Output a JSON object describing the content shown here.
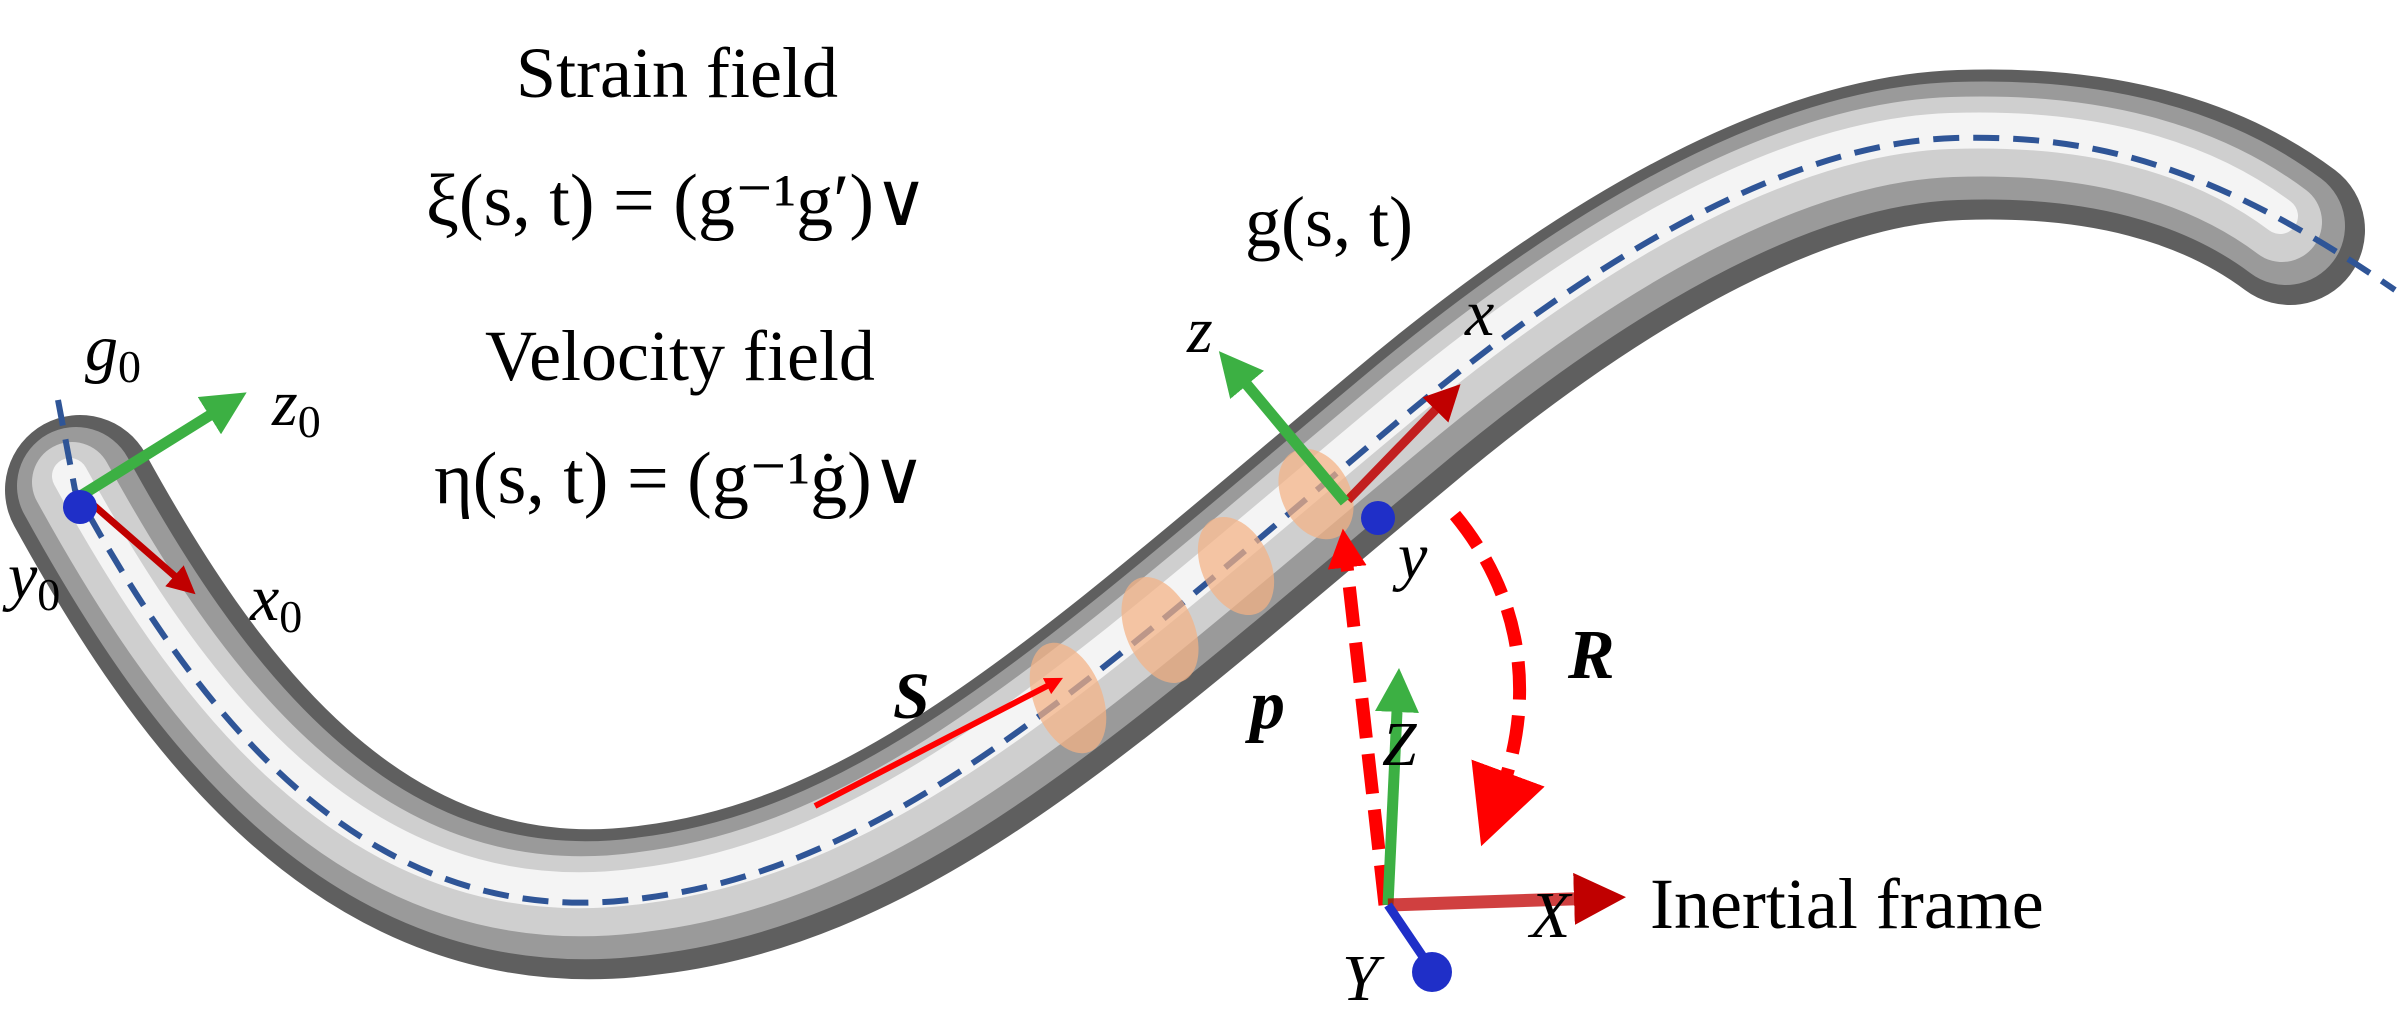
{
  "labels": {
    "strain_title": "Strain field",
    "strain_formula": "ξ(s, t) = (g⁻¹g′)∨",
    "velocity_title": "Velocity field",
    "velocity_formula": "η(s, t) = (g⁻¹ġ)∨",
    "g_st": "g(s, t)",
    "g0": "g",
    "g0_sub": "0",
    "z0": "z",
    "z0_sub": "0",
    "y0": "y",
    "y0_sub": "0",
    "x0": "x",
    "x0_sub": "0",
    "x": "x",
    "y": "y",
    "z": "z",
    "s_arc": "S",
    "p": "p",
    "R": "R",
    "Z": "Z",
    "X": "X",
    "Y": "Y",
    "inertial": "Inertial frame"
  },
  "colors": {
    "rod_dark": "#5f5f5f",
    "rod_light": "#f2f2f2",
    "centerline": "#2f5597",
    "axis_x": "#c00000",
    "axis_z": "#3cb043",
    "axis_y": "#1f2fc8",
    "cross_section": "#f4b183",
    "arrow_red": "#ff0000"
  }
}
